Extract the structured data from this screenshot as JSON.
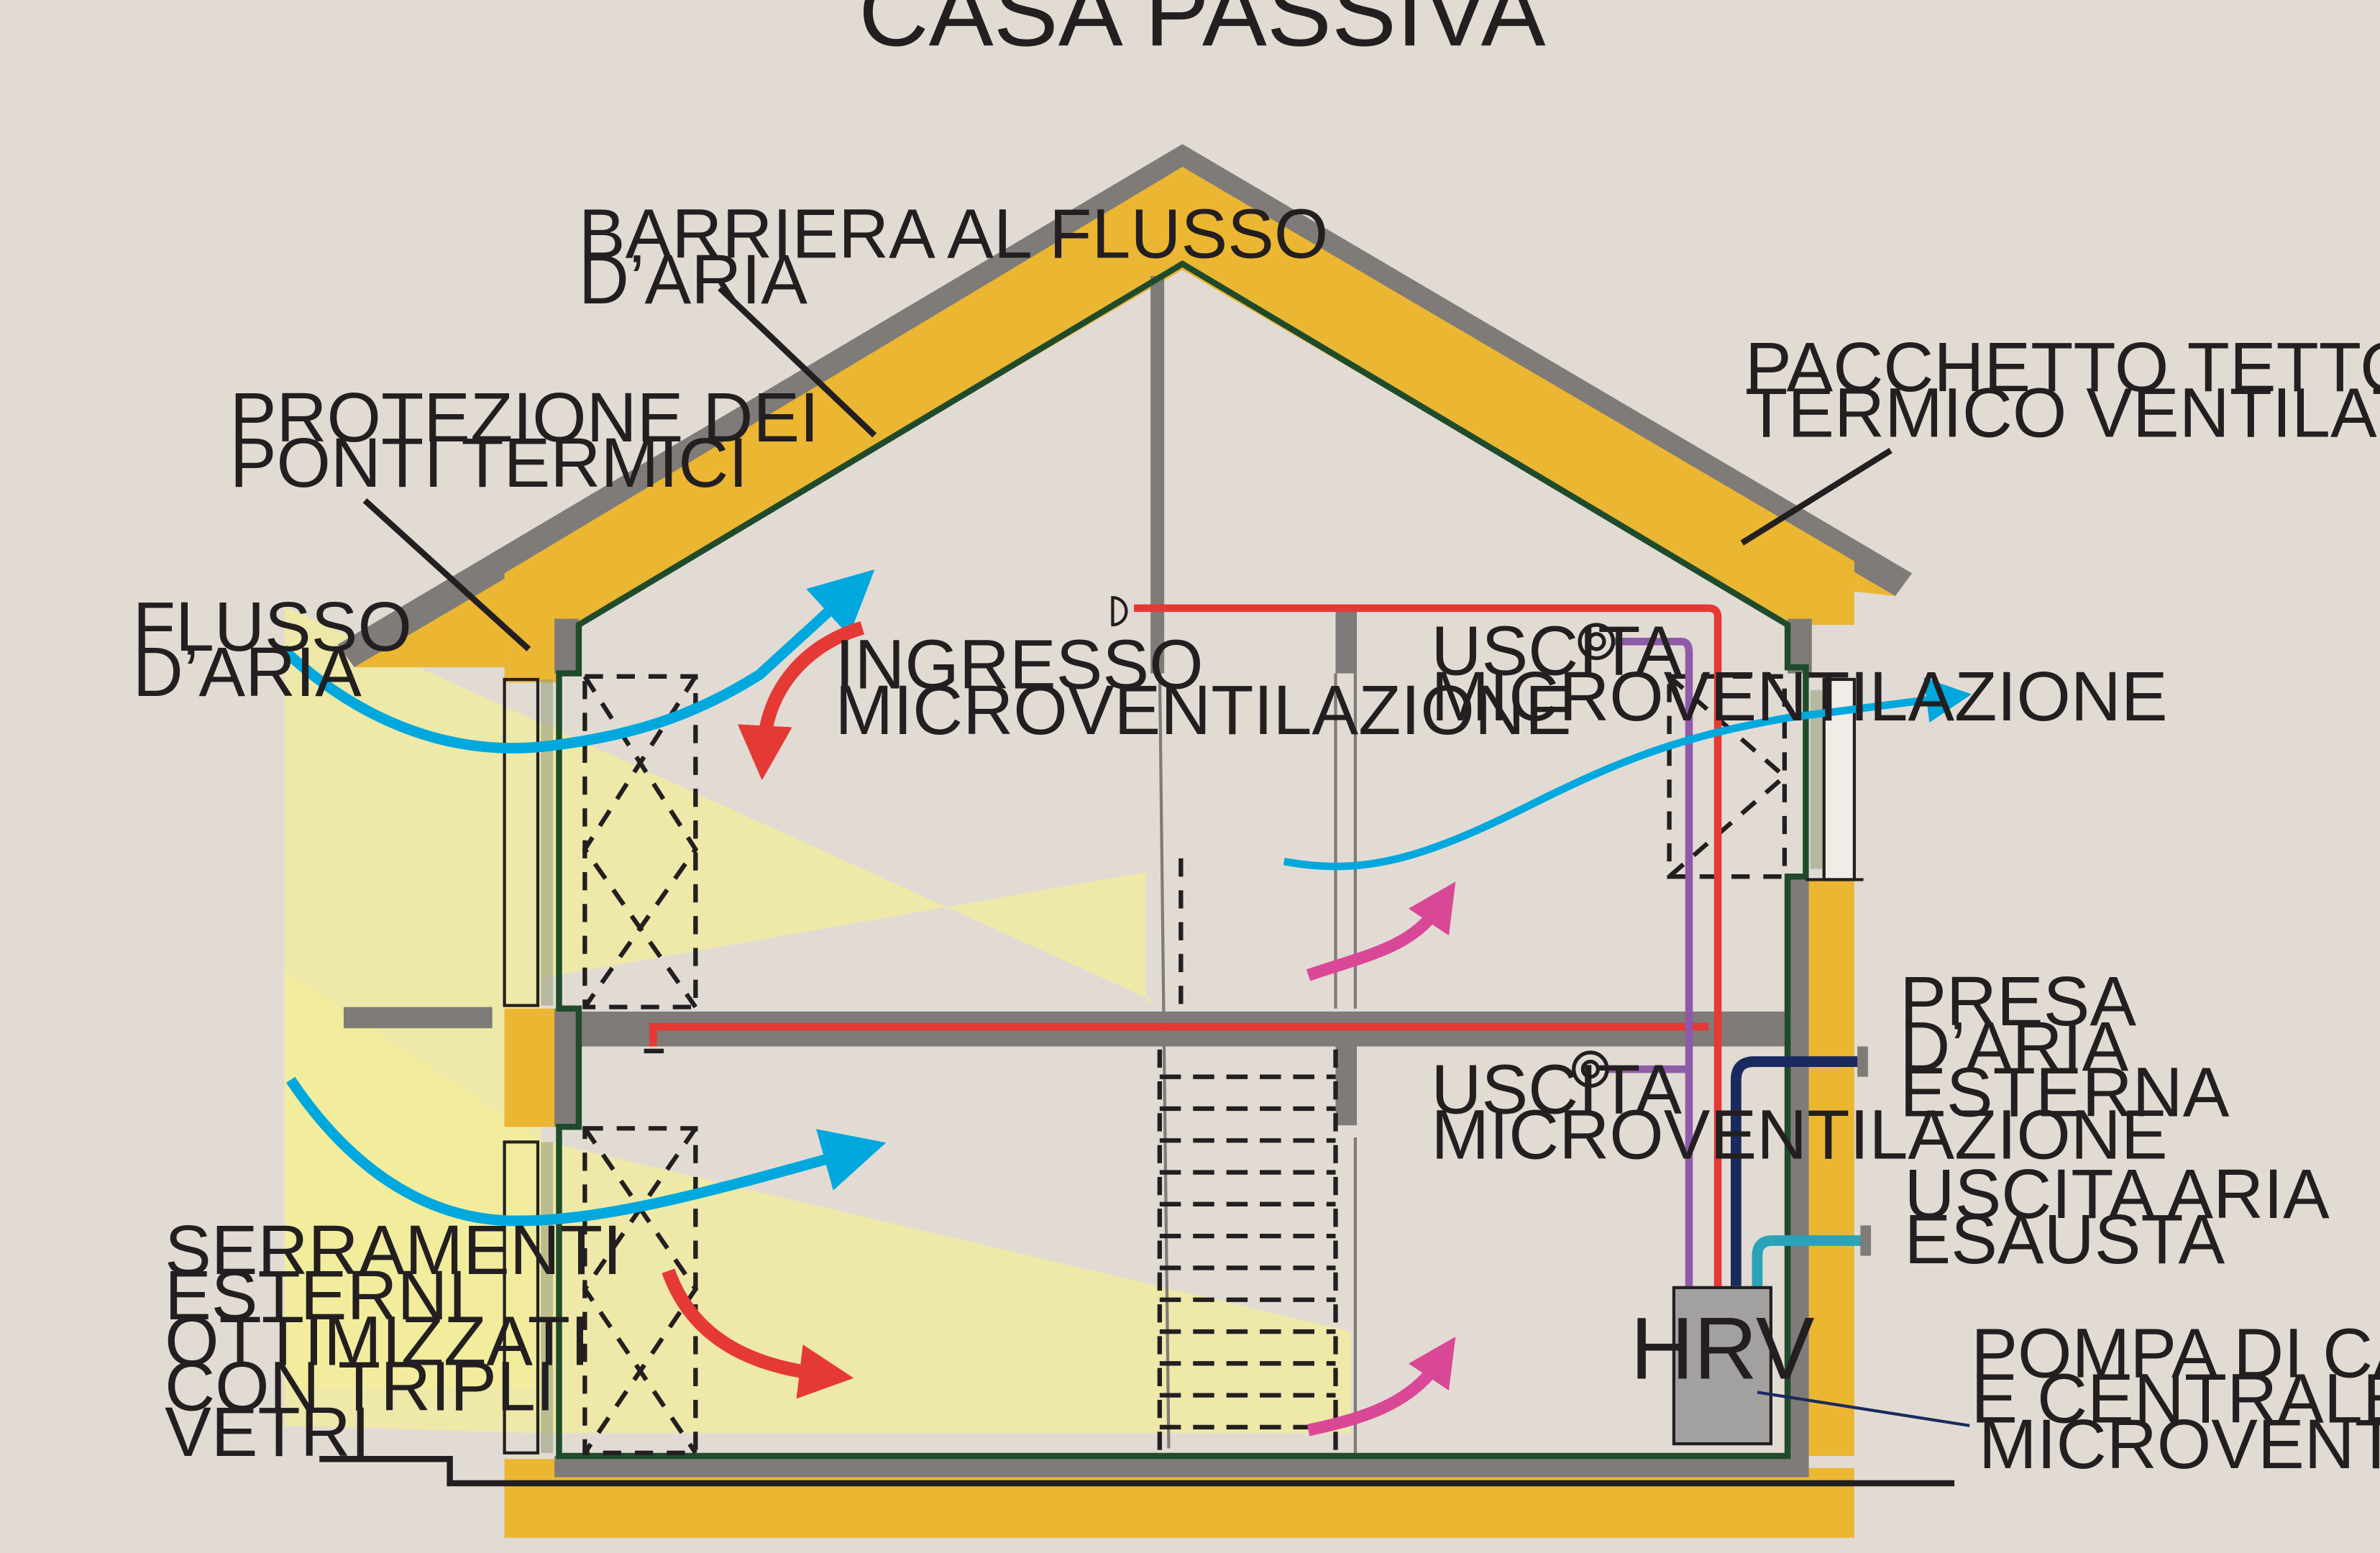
{
  "title": "CASA PASSIVA",
  "labels": {
    "barriera": [
      "BARRIERA AL FLUSSO",
      "D’ARIA"
    ],
    "ponti": [
      "PROTEZIONE DEI",
      "PONTI TERMICI"
    ],
    "pacchetto": [
      "PACCHETTO TETTO",
      "TERMICO VENTILATO"
    ],
    "flusso": [
      "FLUSSO",
      "D’ARIA"
    ],
    "ingresso": [
      "INGRESSO",
      "MICROVENTILAZIONE"
    ],
    "uscita_upper": [
      "USCITA",
      "MICROVENTILAZIONE"
    ],
    "uscita_lower": [
      "USCITA",
      "MICROVENTILAZIONE"
    ],
    "presa": [
      "PRESA",
      "D’ARIA",
      "ESTERNA"
    ],
    "uscita_aria": [
      "USCITA ARIA",
      "ESAUSTA"
    ],
    "serramenti": [
      "SERRAMENTI",
      "ESTERNI",
      "OTTIMIZZATI",
      "CON TRIPLI",
      "VETRI"
    ],
    "pompa": [
      "POMPA DI CALORE",
      "E CENTRALE DI",
      "MICROVENTILAZIONE"
    ]
  },
  "hrv_label": "HRV",
  "colors": {
    "background": "#e2dbd4",
    "insulation": "#ebb632",
    "roof": "#7f7b78",
    "air_barrier": "#1f4b2a",
    "fresh_air": "#00a8de",
    "supply_duct": "#e53935",
    "exhaust_duct": "#8e5ba8",
    "outdoor_intake": "#1b2a5e",
    "exhaust_out": "#2aa3b8",
    "warm_air": "#d94896",
    "sunlight": "#f2ee9a"
  }
}
